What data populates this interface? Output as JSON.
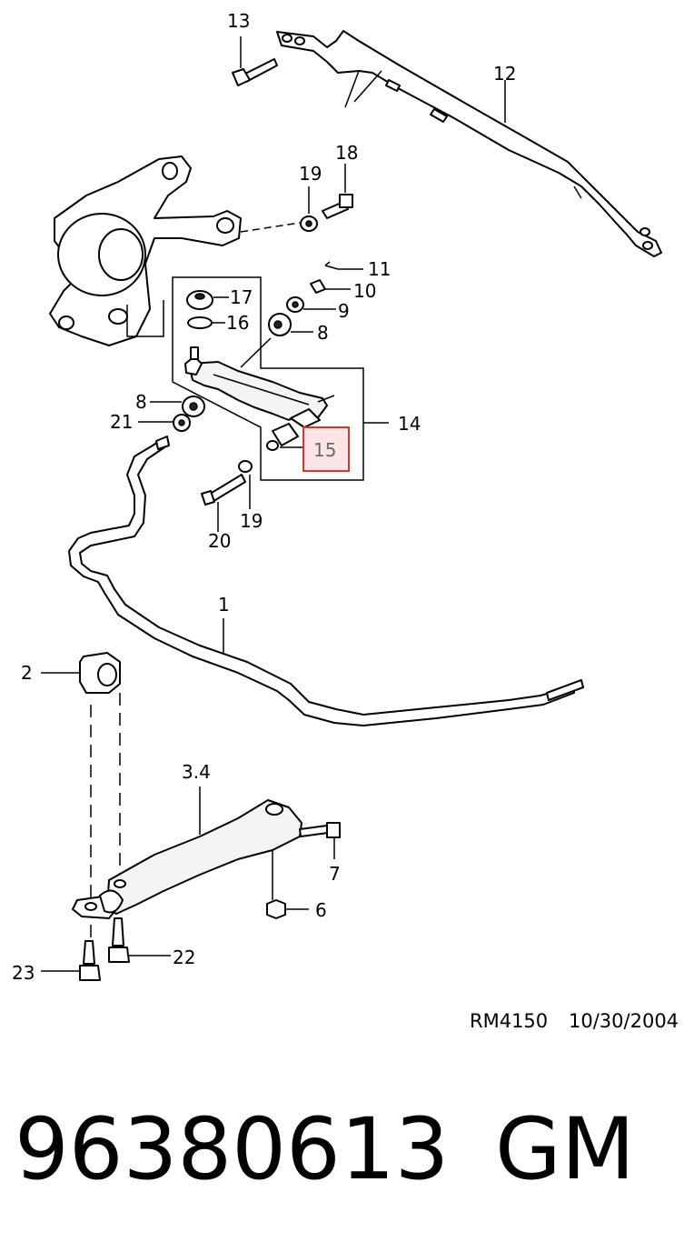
{
  "callouts": {
    "c1": "1",
    "c2": "2",
    "c34": "3.4",
    "c6": "6",
    "c7": "7",
    "c8a": "8",
    "c8b": "8",
    "c9": "9",
    "c10": "10",
    "c11": "11",
    "c12": "12",
    "c13": "13",
    "c14": "14",
    "c15": "15",
    "c16": "16",
    "c17": "17",
    "c18": "18",
    "c19a": "19",
    "c19b": "19",
    "c20": "20",
    "c21": "21",
    "c22": "22",
    "c23": "23"
  },
  "highlighted_callout": "15",
  "highlight_color": "#d9342b",
  "highlight_fill": "#fbe3e6",
  "reference": "RM4150",
  "date": "10/30/2004",
  "part_number": "96380613",
  "brand": "GM"
}
